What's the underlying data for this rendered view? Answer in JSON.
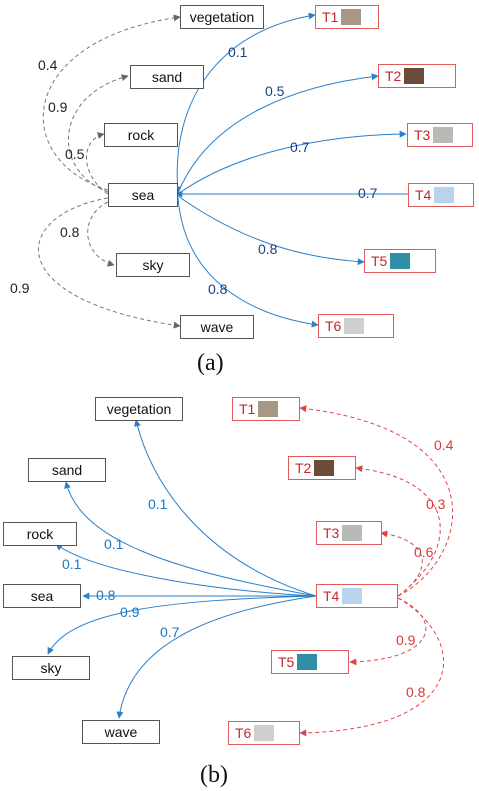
{
  "panel_a": {
    "caption": "(a)",
    "concepts": {
      "vegetation": "vegetation",
      "sand": "sand",
      "rock": "rock",
      "sea": "sea",
      "sky": "sky",
      "wave": "wave"
    },
    "textures": {
      "t1": "T1",
      "t2": "T2",
      "t3": "T3",
      "t4": "T4",
      "t5": "T5",
      "t6": "T6"
    },
    "sea_edges": {
      "vegetation": "0.4",
      "sand": "0.9",
      "rock": "0.5",
      "sky": "0.8",
      "wave": "0.9"
    },
    "texture_edges": {
      "t1": "0.1",
      "t2": "0.5",
      "t3": "0.7",
      "t4": "0.7",
      "t5": "0.8",
      "t6": "0.8"
    }
  },
  "panel_b": {
    "caption": "(b)",
    "concepts": {
      "vegetation": "vegetation",
      "sand": "sand",
      "rock": "rock",
      "sea": "sea",
      "sky": "sky",
      "wave": "wave"
    },
    "textures": {
      "t1": "T1",
      "t2": "T2",
      "t3": "T3",
      "t4": "T4",
      "t5": "T5",
      "t6": "T6"
    },
    "concept_edges": {
      "vegetation": "0.1",
      "sand": "0.1",
      "rock": "0.1",
      "sea": "0.8",
      "sky": "0.9",
      "wave": "0.7"
    },
    "texture_edges": {
      "t1": "0.4",
      "t2": "0.3",
      "t3": "0.6",
      "t5": "0.9",
      "t6": "0.8"
    }
  },
  "colors": {
    "concept_border": "#555555",
    "texture_border": "#e05a5a",
    "texture_text": "#c0282d",
    "edge_gray": "#777777",
    "edge_blue": "#2a7fc9",
    "edge_red": "#e04545",
    "weight_navy": "#1b3f80",
    "weight_blue": "#1a78c2",
    "weight_red": "#d63a3a"
  },
  "texture_swatches": {
    "t1": "#a89686",
    "t2": "#6b4a3a",
    "t3": "#b9b9b6",
    "t4": "#b8d4ec",
    "t5": "#2f8fa6",
    "t6": "#cfcfcf"
  }
}
